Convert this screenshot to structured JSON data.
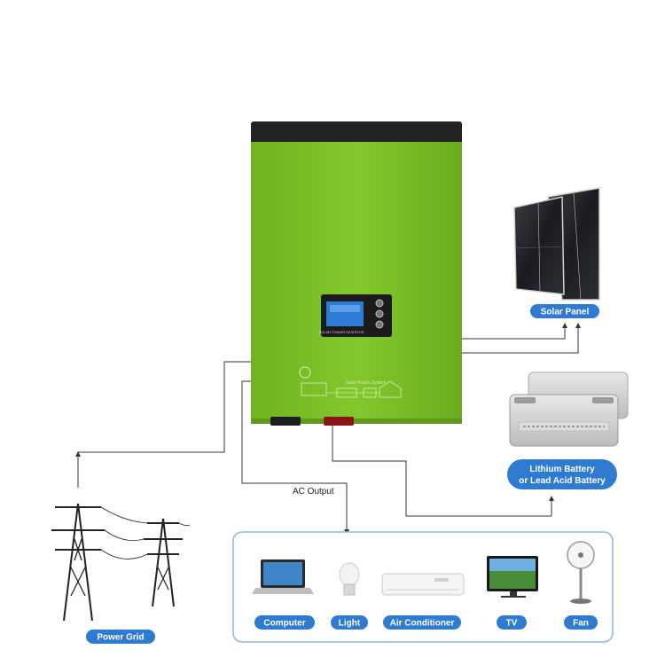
{
  "labels": {
    "solar_panel": "Solar Panel",
    "battery_line1": "Lithium Battery",
    "battery_line2": "or Lead Acid Battery",
    "ac_output": "AC Output",
    "power_grid": "Power Grid",
    "computer": "Computer",
    "light": "Light",
    "air_conditioner": "Air Conditioner",
    "tv": "TV",
    "fan": "Fan"
  },
  "inverter": {
    "screen_caption": "SOLAR POWER INVERTER",
    "panel_caption": "Solar Power System"
  },
  "colors": {
    "inverter_green": "#79c127",
    "inverter_top": "#222222",
    "label_blue": "#2f7bd1",
    "box_border": "#8fb6dc",
    "wire": "#333333"
  }
}
